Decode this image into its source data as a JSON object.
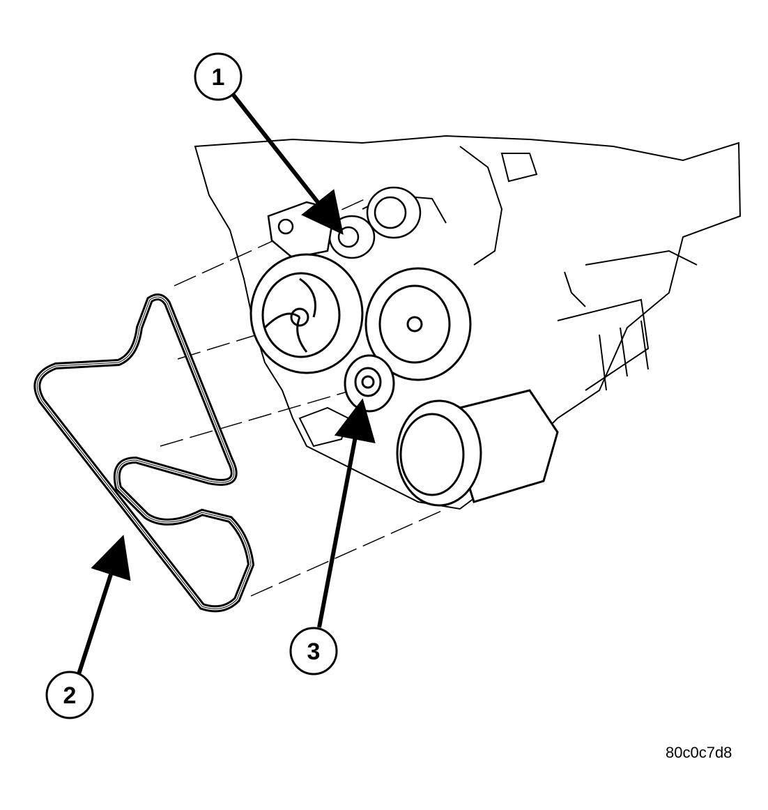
{
  "callouts": [
    {
      "label": "1"
    },
    {
      "label": "2"
    },
    {
      "label": "3"
    }
  ],
  "figure_id": "80c0c7d8"
}
